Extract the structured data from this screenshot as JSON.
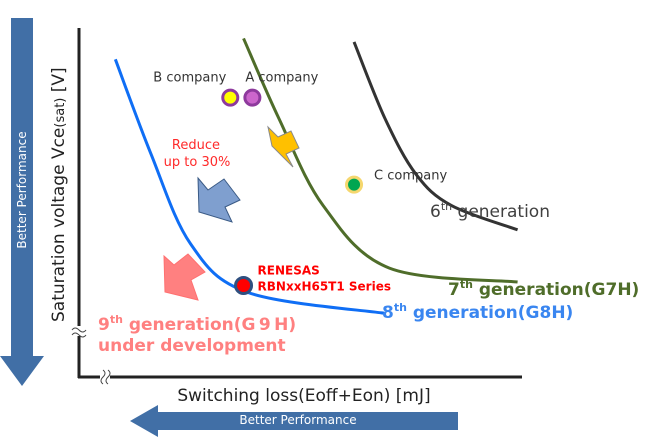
{
  "chart_data": {
    "type": "line",
    "title": "",
    "xlabel": "Switching loss(Eoff+Eon) [mJ]",
    "ylabel_main": "Saturation voltage Vce",
    "ylabel_sub": "(sat)",
    "ylabel_unit": " [V]",
    "axis_break": true,
    "performance_arrows": {
      "vertical": "Better Performance",
      "horizontal": "Better Performance"
    },
    "series": [
      {
        "key": "g6",
        "name_prefix": "6",
        "name_sup": "th",
        "name_suffix": " generation",
        "color": "#333333",
        "label_color": "#404040",
        "points": [
          [
            0.62,
            0.96
          ],
          [
            0.69,
            0.74
          ],
          [
            0.76,
            0.58
          ],
          [
            0.84,
            0.49
          ],
          [
            0.99,
            0.42
          ]
        ]
      },
      {
        "key": "g7",
        "name_prefix": "7",
        "name_sup": "th",
        "name_suffix": " generation(G7H)",
        "color": "#4f6d2a",
        "label_color": "#4f6d2a",
        "points": [
          [
            0.37,
            0.97
          ],
          [
            0.45,
            0.74
          ],
          [
            0.55,
            0.49
          ],
          [
            0.7,
            0.31
          ],
          [
            0.99,
            0.27
          ]
        ]
      },
      {
        "key": "g8",
        "name_prefix": "8",
        "name_sup": "th",
        "name_suffix": " generation(G8H)",
        "color": "#0f6ef5",
        "label_color": "#3a86f0",
        "points": [
          [
            0.08,
            0.91
          ],
          [
            0.16,
            0.64
          ],
          [
            0.25,
            0.38
          ],
          [
            0.38,
            0.24
          ],
          [
            0.69,
            0.18
          ]
        ]
      }
    ],
    "points": [
      {
        "key": "b",
        "label": "B company",
        "x": 0.34,
        "y": 0.8,
        "fill": "#ffff00",
        "stroke": "#8e3a9d"
      },
      {
        "key": "a",
        "label": "A company",
        "x": 0.39,
        "y": 0.8,
        "fill": "#cc66cc",
        "stroke": "#8e3a9d"
      },
      {
        "key": "c",
        "label": "C company",
        "x": 0.62,
        "y": 0.55,
        "fill": "#00a651",
        "stroke": "#f5d76e"
      },
      {
        "key": "renesas",
        "label_line1": "RENESAS",
        "label_line2": "RBNxxH65T1 Series",
        "x": 0.37,
        "y": 0.26,
        "fill": "#ff0000",
        "stroke": "#2f4f7f",
        "label_color": "#ff0000"
      }
    ],
    "annotations": {
      "reduce_line1": "Reduce",
      "reduce_line2": "up to 30%",
      "reduce_color": "#ff2a2a",
      "g9_line1_prefix": "9",
      "g9_line1_sup": "th",
      "g9_line1_suffix": " generation(G 9 H)",
      "g9_line2": "under development",
      "g9_color": "#ff8080"
    },
    "arrow_colors": {
      "orange": "#ffc000",
      "blue": "#7f9fcf",
      "pink": "#ff8080",
      "perf": "#416fa6"
    }
  }
}
